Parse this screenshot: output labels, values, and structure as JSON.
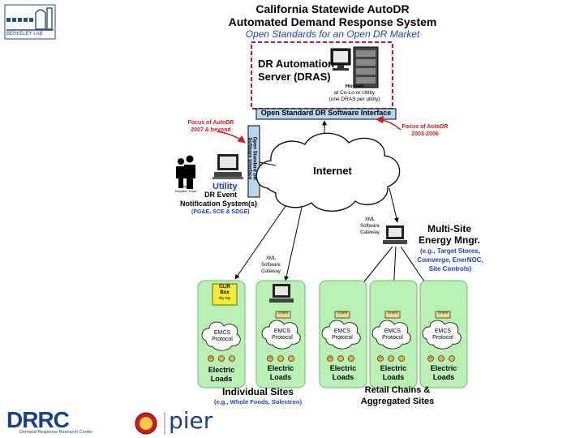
{
  "header": {
    "title_line1": "California Statewide AutoDR",
    "title_line2": "Automated Demand Response System",
    "subtitle": "Open Standards for an Open DR Market",
    "logo_text": "BERKELEY LAB"
  },
  "dras": {
    "title_line1": "DR Automation",
    "title_line2": "Server (DRAS)",
    "hosted_line1": "Hosted",
    "hosted_line2": "at Co-Lo or Utility",
    "hosted_line3": "(one DRAS per utility)",
    "interface_label": "Open Standard DR Software Interface"
  },
  "focus_left": {
    "line1": "Focus of AutoDR",
    "line2": "2007 & beyond"
  },
  "focus_right": {
    "line1": "Focus of AutoDR",
    "line2": "2003-2006"
  },
  "vertical_interface": {
    "line1": "Open Standard DR",
    "line2": "Software Interface"
  },
  "internet_label": "Internet",
  "utility": {
    "line1": "Utility",
    "line2": "DR Event",
    "line3": "Notification System(s)",
    "line4": "(PG&E, SCE & SDGE)",
    "person_caption_line1": "Utility DR",
    "person_caption_line2": "Dispatch Team"
  },
  "xml_gateway_right": {
    "line1": "XML",
    "line2": "Software",
    "line3": "Gateway"
  },
  "xml_gateway_left": {
    "line1": "XML",
    "line2": "Software",
    "line3": "Gateway"
  },
  "multisite": {
    "line1": "Multi-Site",
    "line2": "Energy Mngr.",
    "line3": "(e.g., Target Stores,",
    "line4": "Comverge, EnerNOC,",
    "line5": "Site Controls)"
  },
  "clir": {
    "line1": "CLIR",
    "line2": "Box",
    "relay": "Rly Rly"
  },
  "emcs": {
    "line1": "EMCS",
    "line2": "Protocol"
  },
  "loads": {
    "line1": "Electric",
    "line2": "Loads"
  },
  "device_label": "OTHER",
  "load_icon_label": "LC",
  "individual_sites": {
    "title": "Individual Sites",
    "subtitle": "(e.g., Whole Foods, Solectron)"
  },
  "retail": {
    "line1": "Retail Chains &",
    "line2": "Aggregated Sites"
  },
  "footer": {
    "drrc": "DRRC",
    "drrc_caption": "Demand Response Research Center",
    "pier": "pier"
  },
  "colors": {
    "dashed_red": "#c8102e",
    "panel_green": "#b9f0b4",
    "clir_yellow": "#f5ec3a",
    "interface_fill": "#b7d7f2",
    "text_blue": "#1f3fc4"
  }
}
